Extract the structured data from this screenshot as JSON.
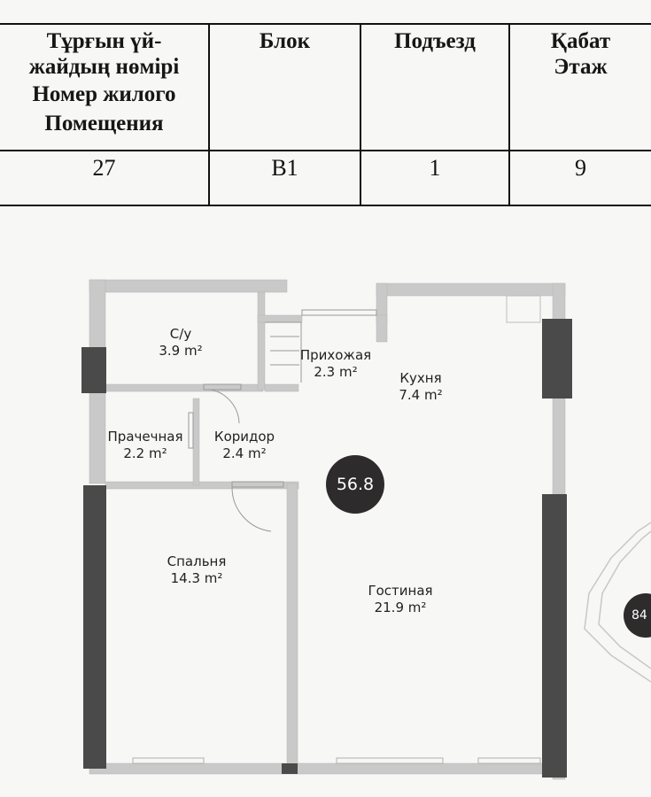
{
  "table": {
    "headers": [
      [
        "Тұрғын үй-",
        "жайдың нөмірі",
        "Номер жилого",
        "Помещения"
      ],
      [
        "Блок"
      ],
      [
        "Подъезд"
      ],
      [
        "Қабат",
        "Этаж"
      ]
    ],
    "values": [
      "27",
      "B1",
      "1",
      "9"
    ]
  },
  "plan": {
    "total_area": "56.8",
    "neighbor_area": "84",
    "rooms": [
      {
        "name": "С/у",
        "area": "3.9 m²"
      },
      {
        "name": "Прихожая",
        "area": "2.3 m²"
      },
      {
        "name": "Кухня",
        "area": "7.4 m²"
      },
      {
        "name": "Прачечная",
        "area": "2.2 m²"
      },
      {
        "name": "Коридор",
        "area": "2.4 m²"
      },
      {
        "name": "Спальня",
        "area": "14.3 m²"
      },
      {
        "name": "Гостиная",
        "area": "21.9 m²"
      }
    ],
    "colors": {
      "wall": "#c9c9c9",
      "wall_dark": "#4a4a4a",
      "badge": "#2e2b2d"
    }
  }
}
